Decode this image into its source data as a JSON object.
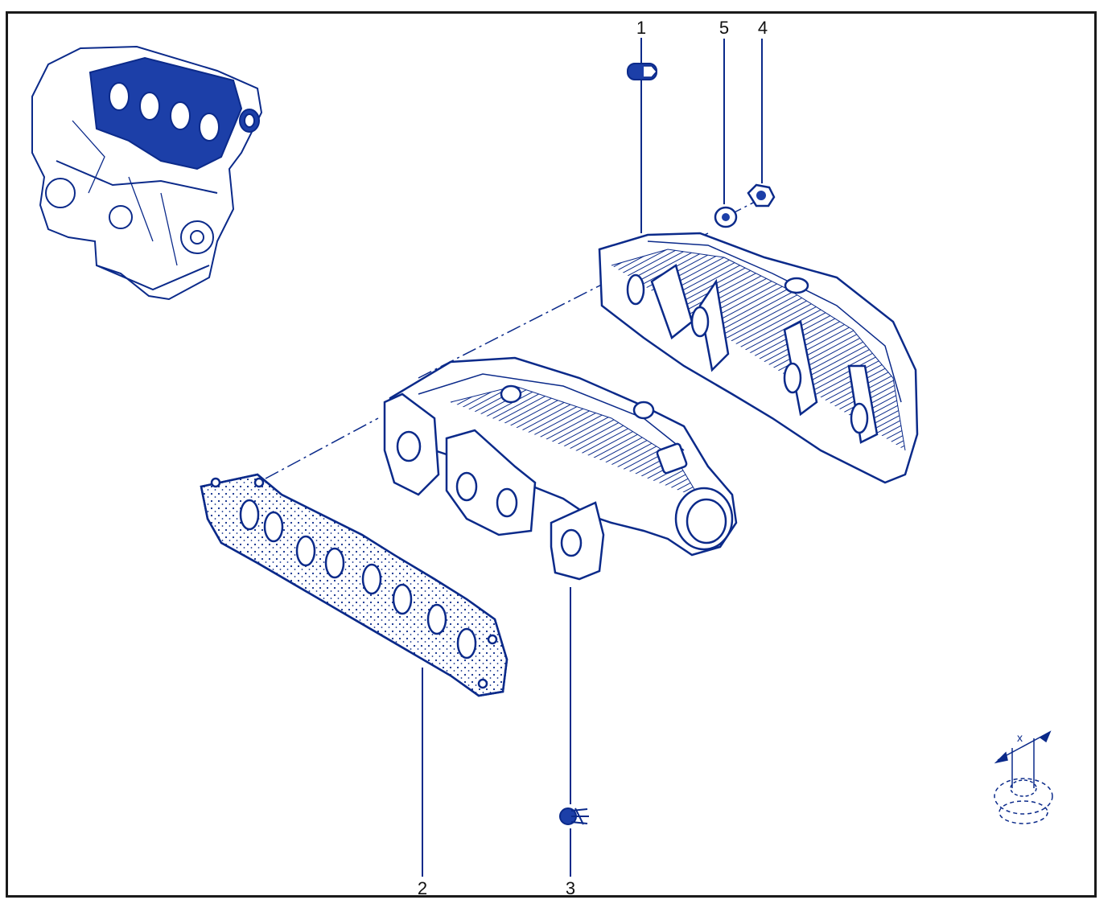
{
  "colors": {
    "ink": "#0b2a8a",
    "ink_fill": "#1c3fa8",
    "light_fill": "#ffffff",
    "frame": "#1a1a1a",
    "leader": "#0b2a8a"
  },
  "callouts": [
    {
      "id": "1",
      "label": "1"
    },
    {
      "id": "2",
      "label": "2"
    },
    {
      "id": "3",
      "label": "3"
    },
    {
      "id": "4",
      "label": "4"
    },
    {
      "id": "5",
      "label": "5"
    }
  ],
  "detail_symbol": {
    "label": "x"
  },
  "icons": {
    "engine_thumbnail": "engine-overview-icon",
    "stud": "stud-icon",
    "nut": "nut-icon",
    "washer": "washer-icon",
    "gasket": "gasket-icon",
    "manifold_front": "exhaust-manifold-icon",
    "manifold_rear": "heat-shield-icon",
    "clip": "clip-icon",
    "detail": "tightening-detail-icon"
  }
}
